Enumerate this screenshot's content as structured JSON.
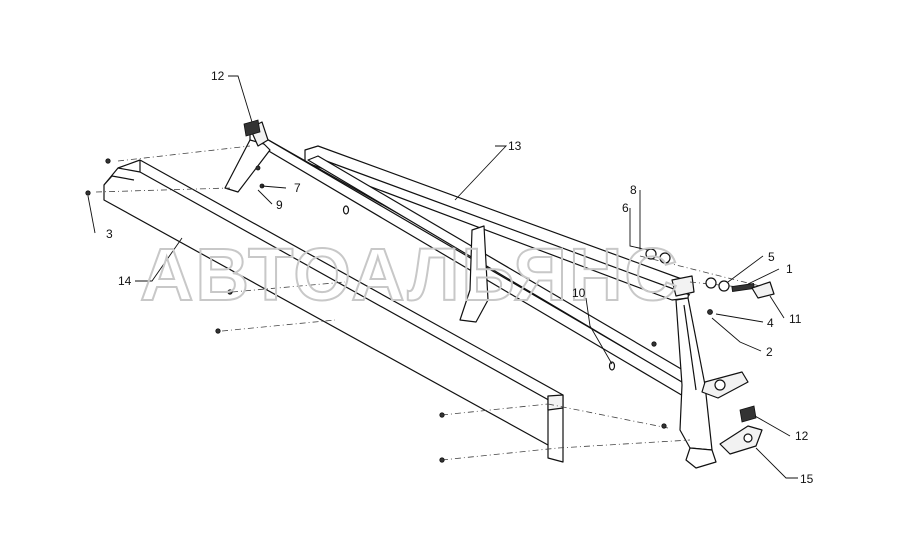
{
  "watermark": {
    "text": "АВТОАЛЬЯНС"
  },
  "callouts": {
    "c1": "1",
    "c2": "2",
    "c3": "3",
    "c4": "4",
    "c5": "5",
    "c6": "6",
    "c7": "7",
    "c8": "8",
    "c9": "9",
    "c10": "10",
    "c11": "11",
    "c12_top": "12",
    "c12_bottom": "12",
    "c13": "13",
    "c14": "14",
    "c15": "15"
  }
}
